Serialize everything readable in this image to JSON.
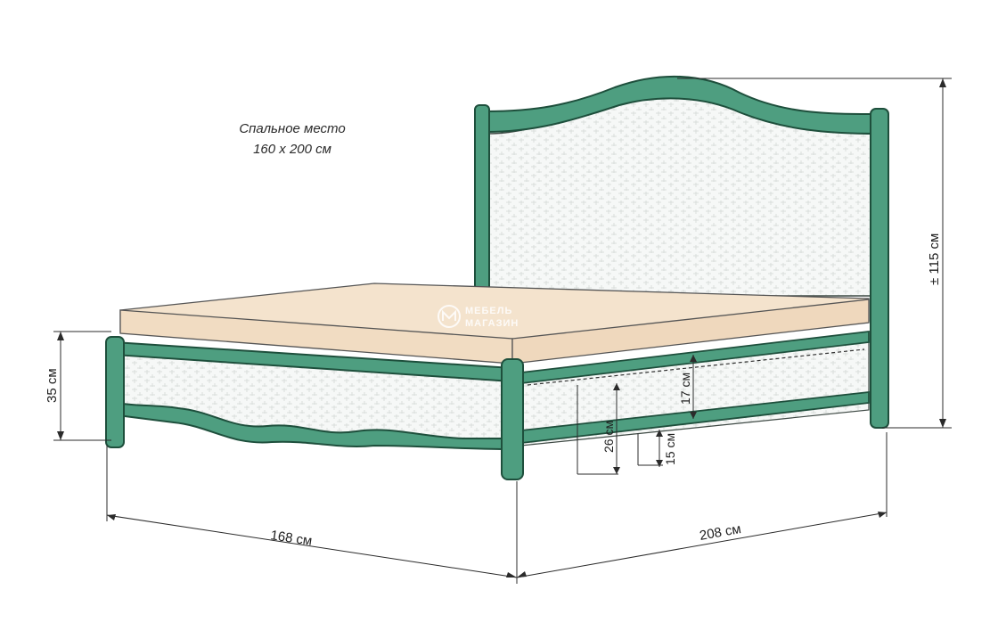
{
  "caption": {
    "line1": "Спальное место",
    "line2": "160 х 200 см"
  },
  "dimensions": {
    "total_height": "± 115 см",
    "foot_height": "35 см",
    "width": "168 см",
    "length": "208 см",
    "underbed_clearance": "26 см",
    "frame_height": "17 см",
    "leg_clearance": "15 см"
  },
  "watermark": {
    "line1": "МЕБЕЛЬ",
    "line2": "МАГАЗИН"
  },
  "colors": {
    "frame": "#4a9a7c",
    "frame_dark": "#1e4f3c",
    "mattress": "#f4e4cf",
    "panel": "#f5f7f6",
    "dimension_line": "#2b2b2b"
  }
}
